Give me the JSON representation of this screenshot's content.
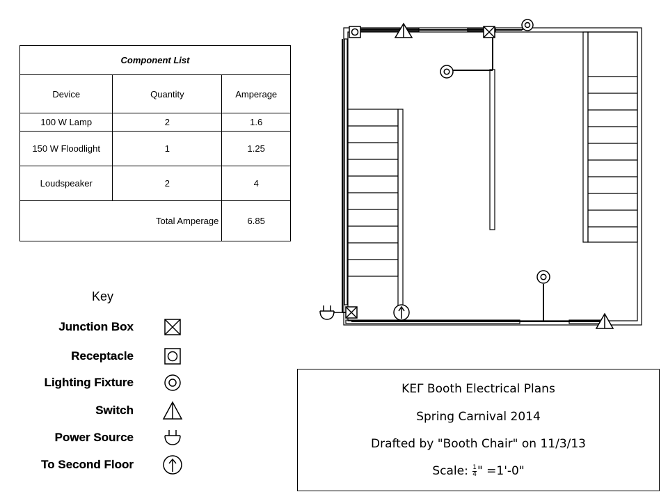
{
  "component_list": {
    "title": "Component List",
    "headers": [
      "Device",
      "Quantity",
      "Amperage"
    ],
    "rows": [
      {
        "device": "100 W Lamp",
        "quantity": "2",
        "amperage": "1.6"
      },
      {
        "device": "150 W Floodlight",
        "quantity": "1",
        "amperage": "1.25"
      },
      {
        "device": "Loudspeaker",
        "quantity": "2",
        "amperage": "4"
      }
    ],
    "total_label": "Total Amperage",
    "total_value": "6.85"
  },
  "key": {
    "title": "Key",
    "items": [
      {
        "label": "Junction Box",
        "icon": "junction-box-icon"
      },
      {
        "label": "Receptacle",
        "icon": "receptacle-icon"
      },
      {
        "label": "Lighting Fixture",
        "icon": "lighting-fixture-icon"
      },
      {
        "label": "Switch",
        "icon": "switch-icon"
      },
      {
        "label": "Power Source",
        "icon": "power-source-icon"
      },
      {
        "label": "To Second Floor",
        "icon": "up-arrow-icon"
      }
    ]
  },
  "title_block": {
    "line1": "ΚΕΓ Booth Electrical Plans",
    "line2": "Spring Carnival 2014",
    "line3": "Drafted by \"Booth Chair\" on 11/3/13",
    "scale_prefix": "Scale:",
    "scale_num": "1",
    "scale_den": "4",
    "scale_suffix": "\" =1'-0\""
  }
}
